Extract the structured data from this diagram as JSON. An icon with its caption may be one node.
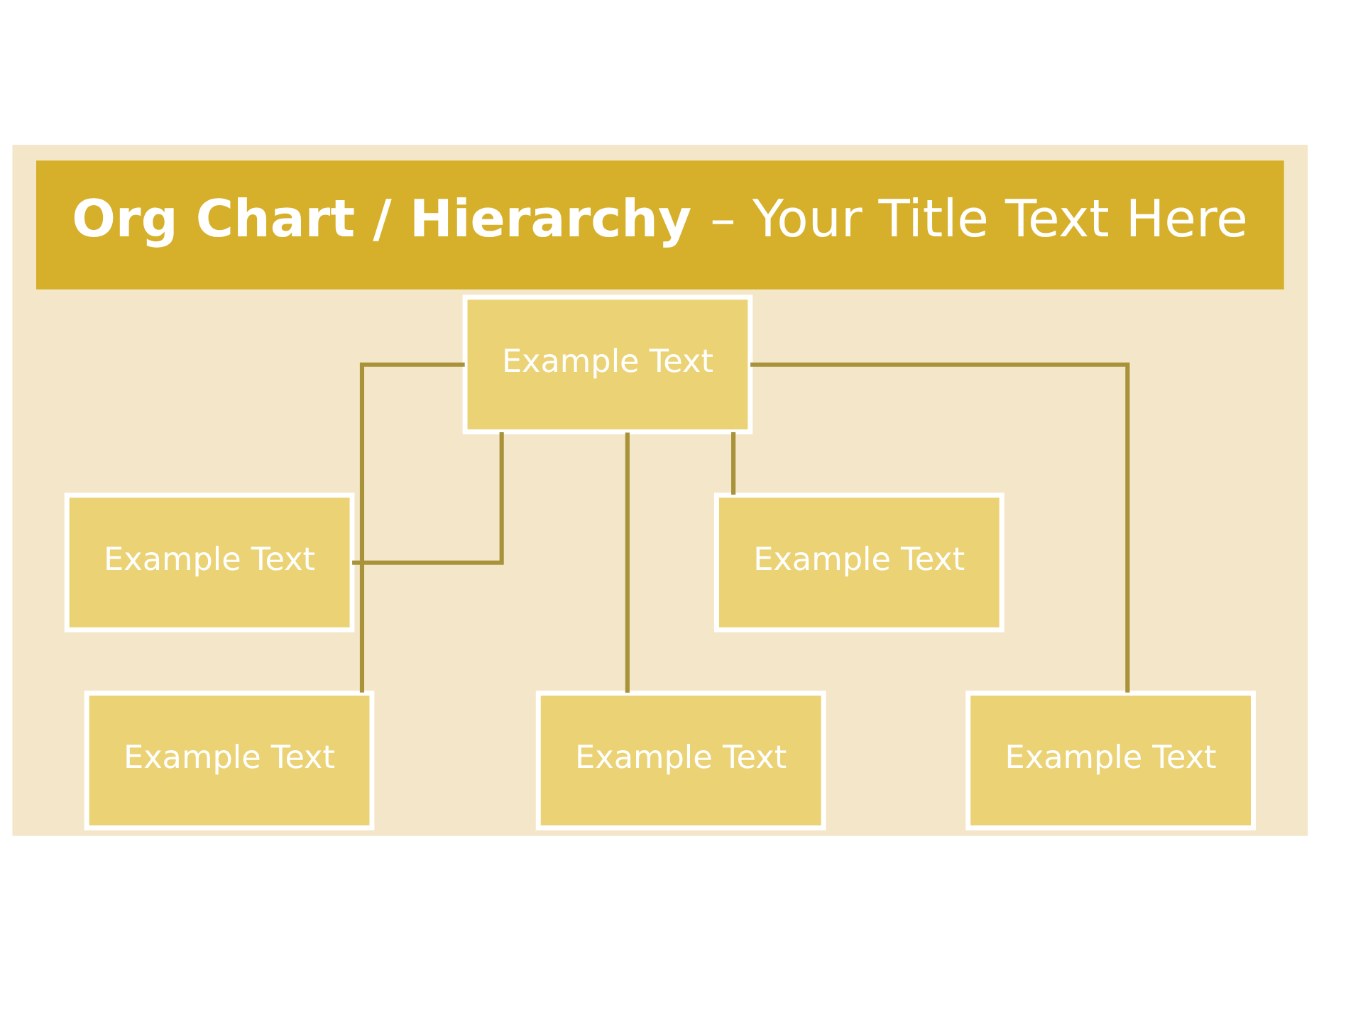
{
  "diagram": {
    "title": "**Org Chart / Hierarchy** – Your Title Text Here",
    "nodes": [
      {
        "text": [
          "Example Text"
        ]
      },
      {
        "text": [
          "Example Text"
        ]
      },
      {
        "text": [
          "Example Text"
        ]
      },
      {
        "text": [
          "Example Text"
        ]
      },
      {
        "text": [
          "Example Text"
        ]
      },
      {
        "text": [
          "Example Text"
        ]
      }
    ],
    "edges": [
      {
        "from": 0,
        "to": 1,
        "arrow": "none"
      },
      {
        "from": 0,
        "to": 2,
        "arrow": "none"
      },
      {
        "from": 0,
        "to": 3,
        "arrow": "none"
      },
      {
        "from": 0,
        "to": 4,
        "arrow": "none"
      },
      {
        "from": 0,
        "to": 5,
        "arrow": "none"
      }
    ]
  }
}
